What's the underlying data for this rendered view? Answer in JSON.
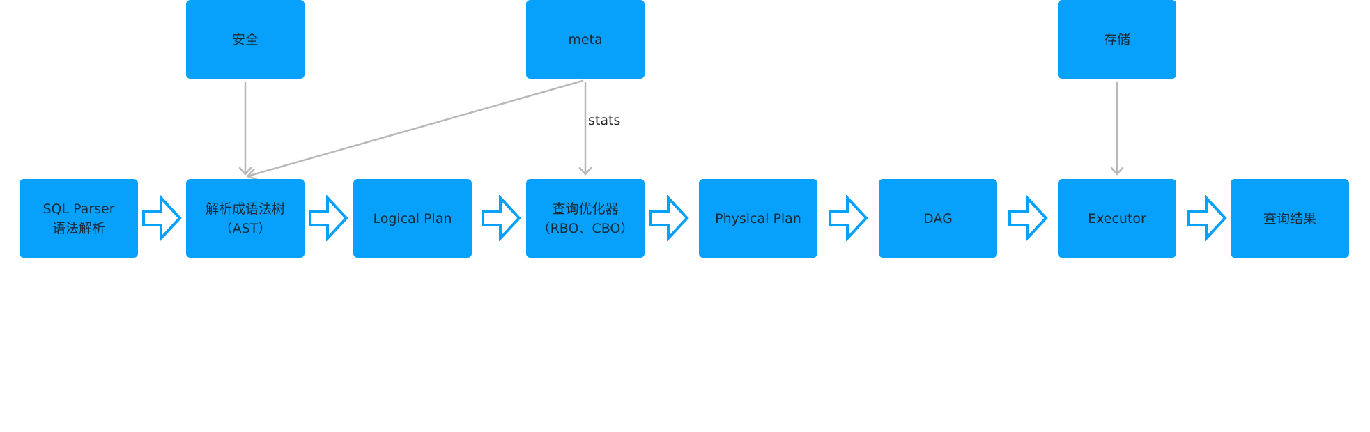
{
  "nodes": {
    "security": {
      "lines": [
        "安全"
      ]
    },
    "meta": {
      "lines": [
        "meta"
      ]
    },
    "storage": {
      "lines": [
        "存储"
      ]
    },
    "sql_parser": {
      "lines": [
        "SQL Parser",
        "语法解析"
      ]
    },
    "ast": {
      "lines": [
        "解析成语法树",
        "（AST）"
      ]
    },
    "logical_plan": {
      "lines": [
        "Logical Plan"
      ]
    },
    "optimizer": {
      "lines": [
        "查询优化器",
        "（RBO、CBO）"
      ]
    },
    "physical_plan": {
      "lines": [
        "Physical Plan"
      ]
    },
    "dag": {
      "lines": [
        "DAG"
      ]
    },
    "executor": {
      "lines": [
        "Executor"
      ]
    },
    "result": {
      "lines": [
        "查询结果"
      ]
    }
  },
  "edges": {
    "meta_to_optimizer_label": "stats"
  },
  "colors": {
    "box_fill": "#07a0fa",
    "box_text": "#1a2a38",
    "connector": "#b8b8b8",
    "flow_arrow_stroke": "#07a0fa",
    "flow_arrow_fill": "#ffffff"
  }
}
